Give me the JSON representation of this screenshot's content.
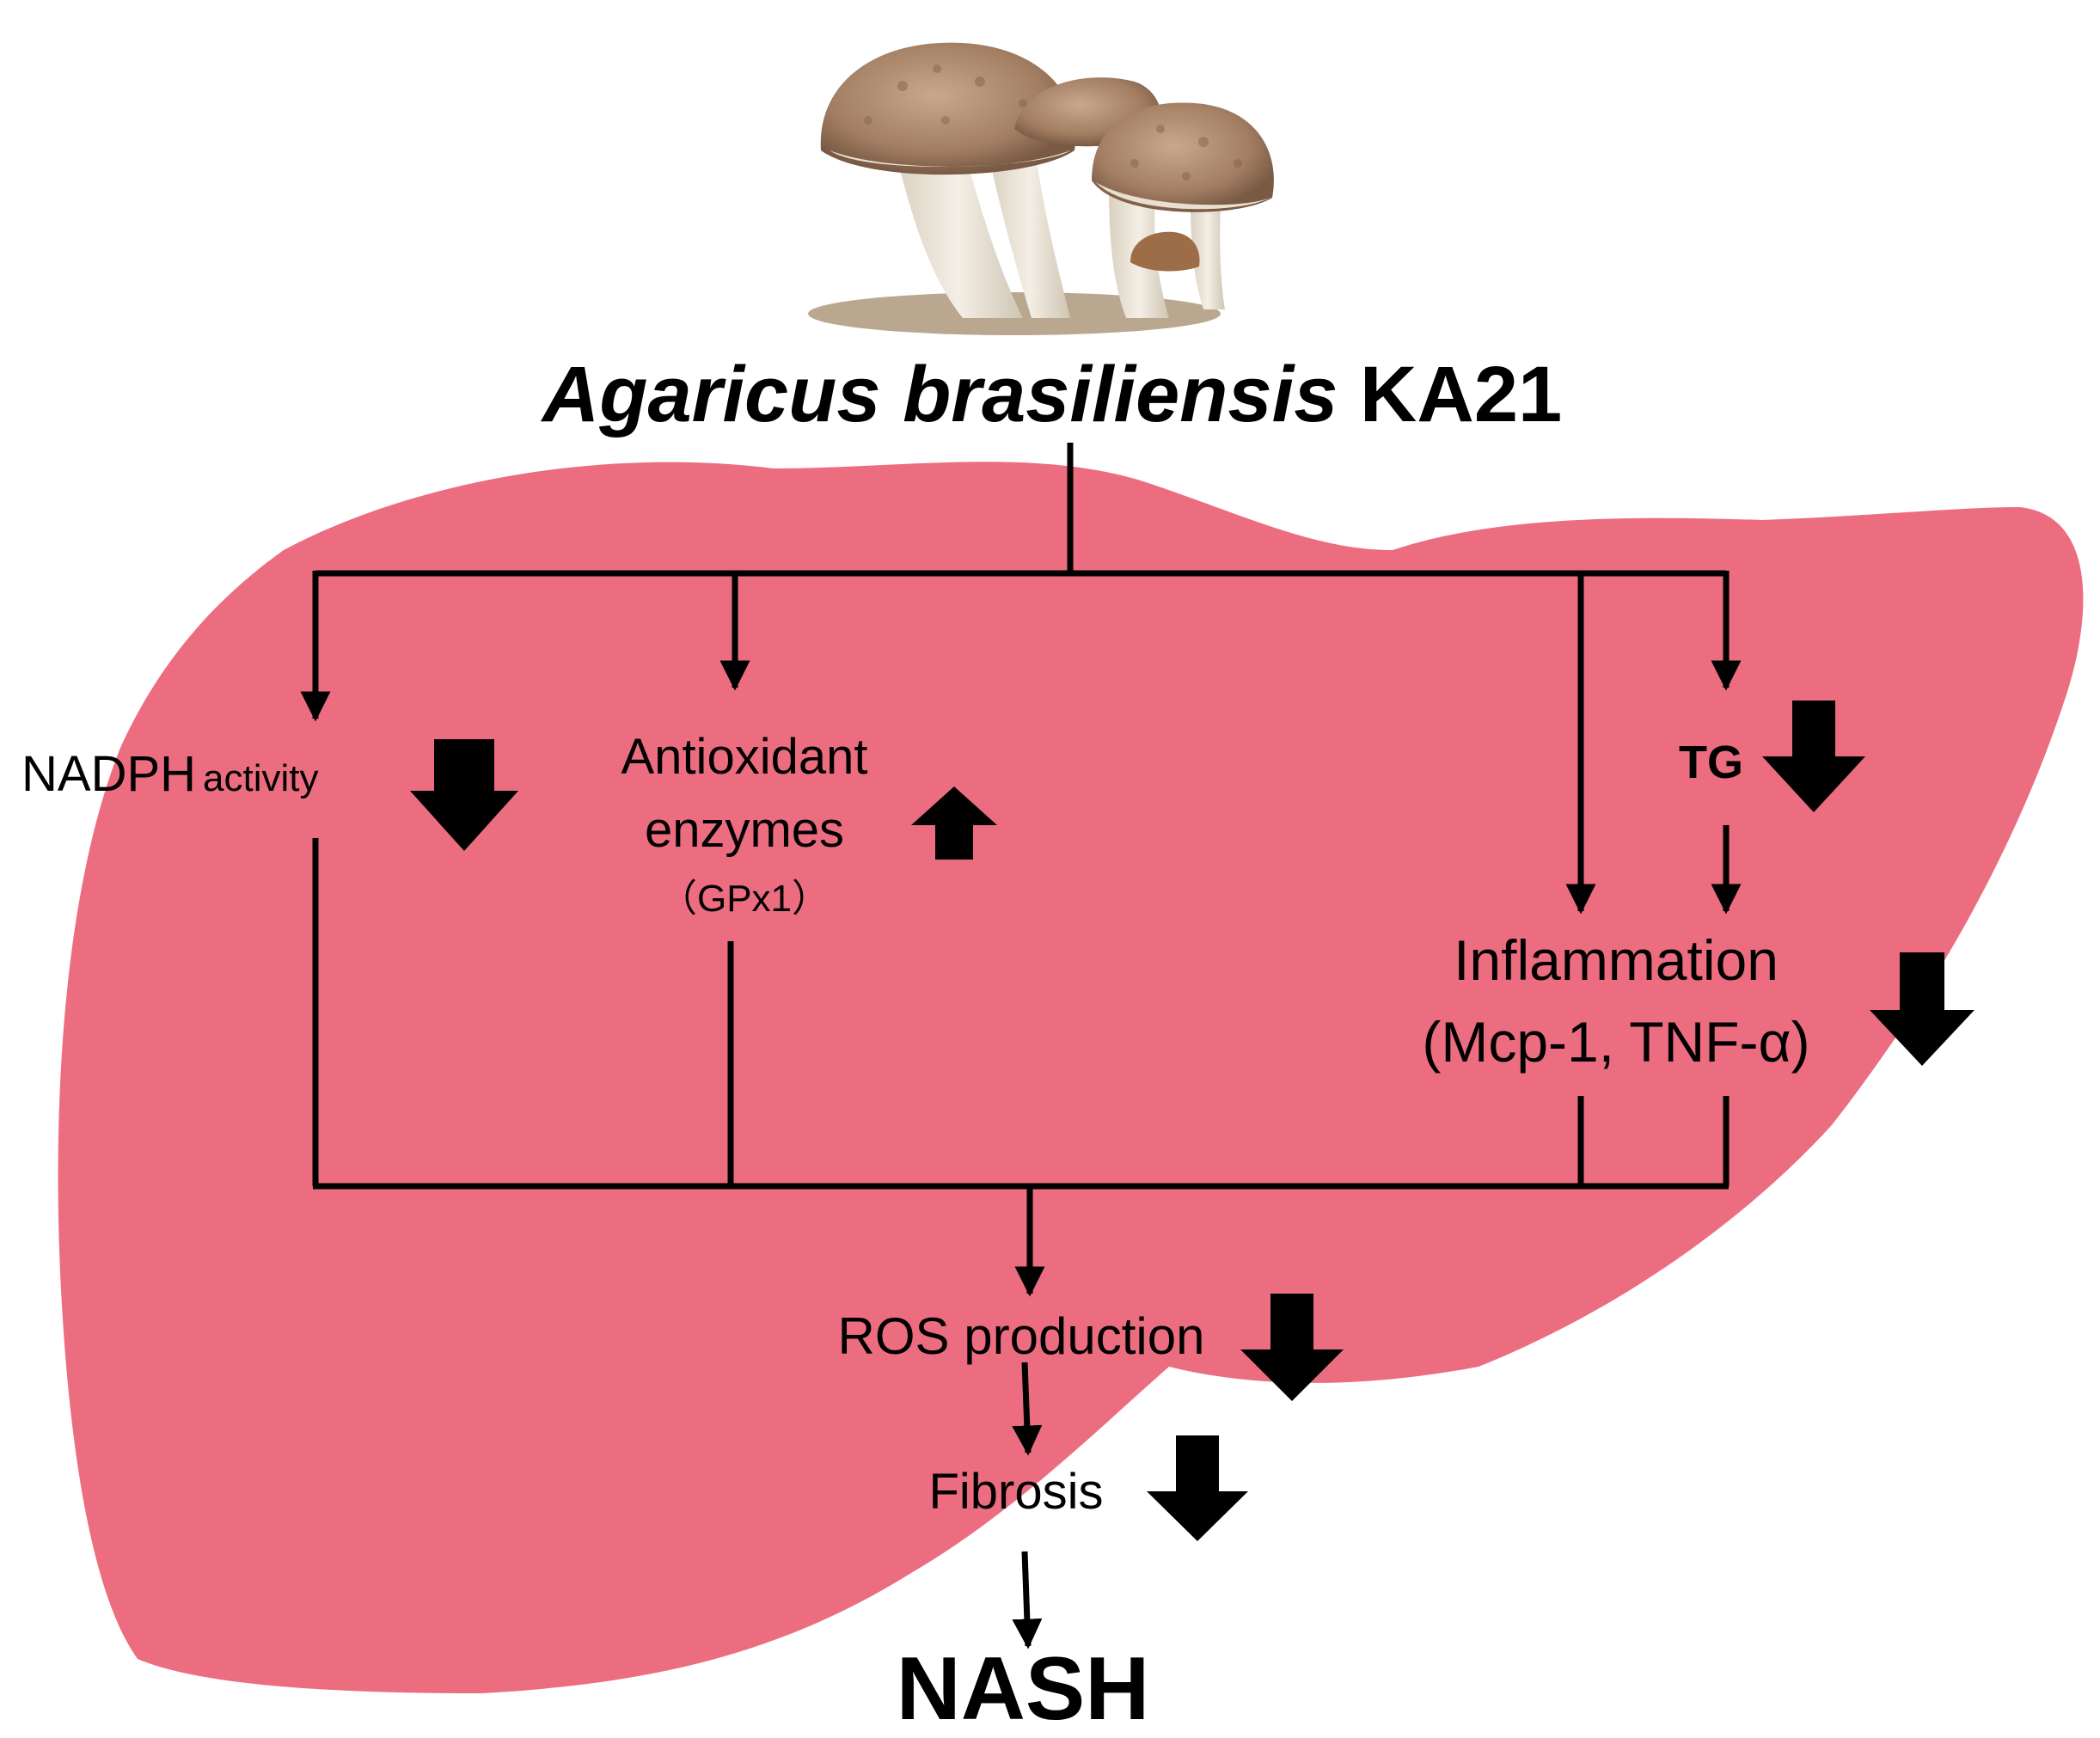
{
  "title": {
    "species": "Agaricus brasiliensis",
    "strain": " KA21"
  },
  "nodes": {
    "nadph": {
      "main": "NADPH",
      "sub": "activity",
      "trend": "down"
    },
    "antioxidant": {
      "line1": "Antioxidant",
      "line2": "enzymes",
      "line3": "（GPx1）",
      "trend": "up"
    },
    "tg": {
      "label": "TG",
      "trend": "down"
    },
    "inflammation": {
      "line1": "Inflammation",
      "line2": "(Mcp-1, TNF-α)",
      "trend": "down"
    },
    "ros": {
      "label": "ROS production",
      "trend": "down"
    },
    "fibrosis": {
      "label": "Fibrosis",
      "trend": "down"
    },
    "nash": {
      "label": "NASH"
    }
  },
  "colors": {
    "liver": "#ec6d80",
    "lines": "#000000",
    "mushroom_cap": "#a27d62",
    "mushroom_stem": "#eae3d6"
  },
  "icons": {
    "mushroom": "mushroom-image",
    "liver": "liver-silhouette",
    "trend_up": "thick-up-arrow-icon",
    "trend_down": "thick-down-arrow-icon"
  }
}
